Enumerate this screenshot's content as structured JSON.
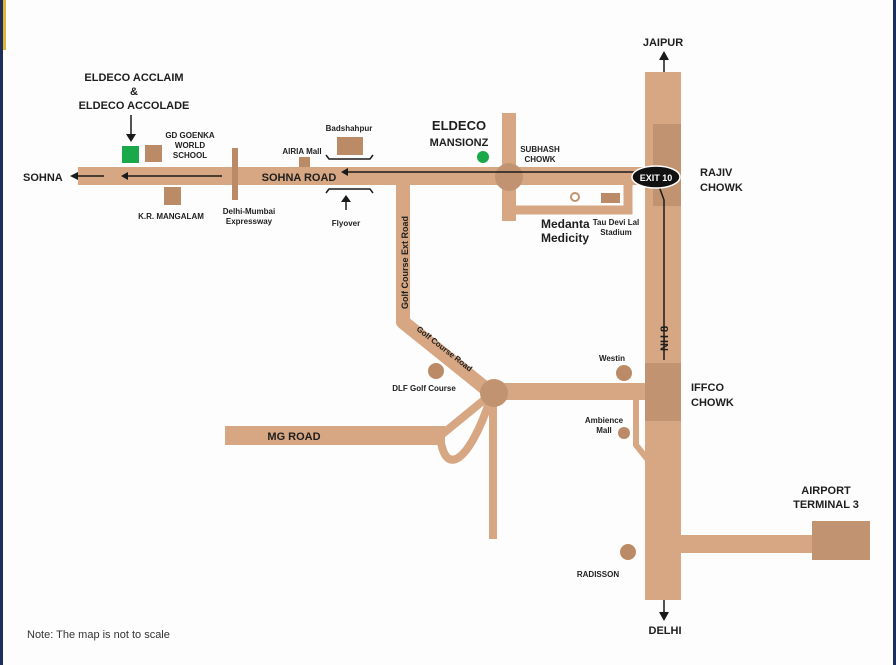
{
  "colors": {
    "road": "#d6a782",
    "junction": "#c29370",
    "landmark": "#bb8a66",
    "route": "#1a1a1a",
    "marker_green": "#19a84a",
    "text": "#1e1e1e",
    "frame": "#1c2f5c"
  },
  "labels": {
    "jaipur": "JAIPUR",
    "delhi": "DELHI",
    "sohna": "SOHNA",
    "eldeco_acclaim": "ELDECO ACCLAIM",
    "amp": "&",
    "eldeco_accolade": "ELDECO ACCOLADE",
    "gd_goenka_1": "GD GOENKA",
    "gd_goenka_2": "WORLD",
    "gd_goenka_3": "SCHOOL",
    "kr_mangalam": "K.R. MANGALAM",
    "delhi_mumbai_1": "Delhi-Mumbai",
    "delhi_mumbai_2": "Expressway",
    "airia_mall": "AIRIA Mall",
    "badshahpur": "Badshahpur",
    "sohna_road": "SOHNA ROAD",
    "flyover": "Flyover",
    "eldeco_mansionz_1": "ELDECO",
    "eldeco_mansionz_2": "MANSIONZ",
    "subhash_chowk_1": "SUBHASH",
    "subhash_chowk_2": "CHOWK",
    "exit_10": "EXIT 10",
    "rajiv_chowk_1": "RAJIV",
    "rajiv_chowk_2": "CHOWK",
    "medanta_1": "Medanta",
    "medanta_2": "Medicity",
    "tau_devi_lal_1": "Tau Devi Lal",
    "tau_devi_lal_2": "Stadium",
    "golf_course_ext_road": "Golf Course Ext Road",
    "golf_course_road": "Golf Course Road",
    "nh8": "NH 8",
    "westin": "Westin",
    "iffco_chowk_1": "IFFCO",
    "iffco_chowk_2": "CHOWK",
    "dlf_golf_course": "DLF Golf Course",
    "ambience_mall_1": "Ambience",
    "ambience_mall_2": "Mall",
    "mg_road": "MG ROAD",
    "airport_1": "AIRPORT",
    "airport_2": "TERMINAL 3",
    "radisson": "RADISSON"
  },
  "note": "Note: The map is not to scale"
}
